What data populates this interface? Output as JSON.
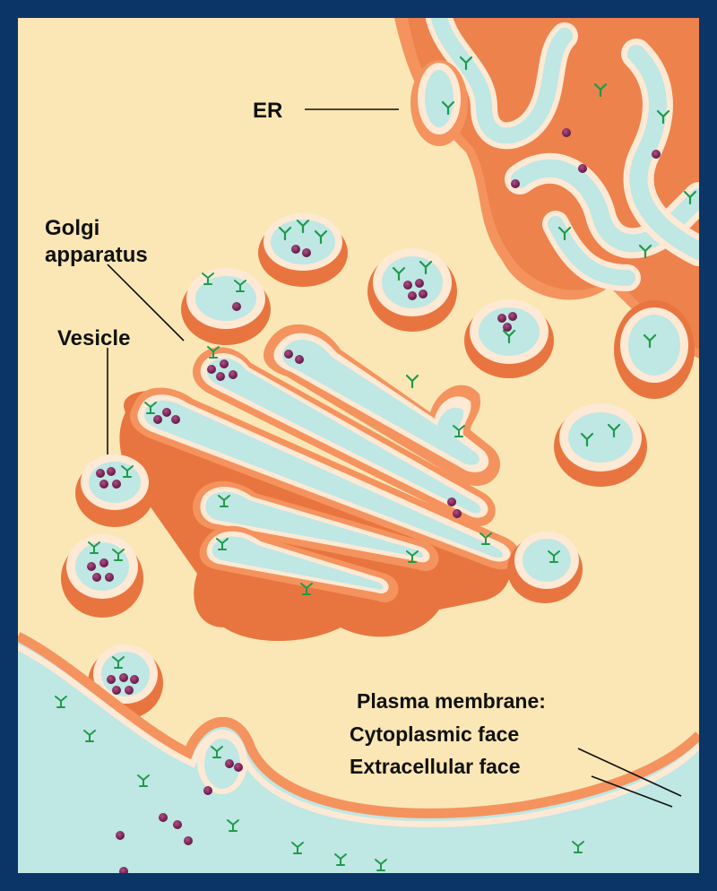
{
  "labels": {
    "er": "ER",
    "golgi_line1": "Golgi",
    "golgi_line2": "apparatus",
    "vesicle": "Vesicle",
    "plasma_membrane": "Plasma membrane:",
    "cytoplasmic_face": "Cytoplasmic face",
    "extracellular_face": "Extracellular face"
  },
  "colors": {
    "frame": "#0b3566",
    "cytoplasm": "#fbe7b5",
    "membrane_orange": "#f4935e",
    "membrane_dark": "#e8753f",
    "membrane_pale": "#fde9d4",
    "lumen": "#bfe7e4",
    "protein_green": "#1f9a4a",
    "cargo_purple": "#6b1e4f"
  }
}
